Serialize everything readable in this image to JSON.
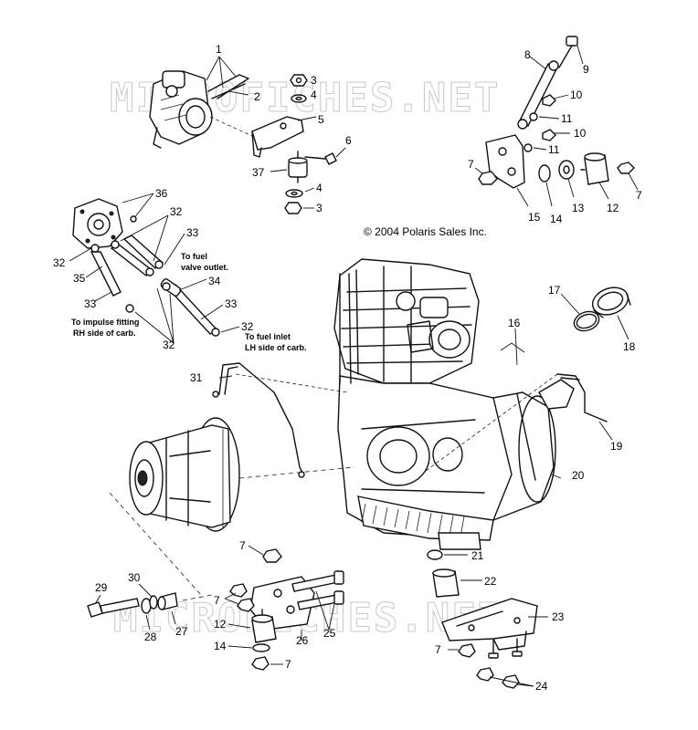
{
  "watermark": "MICROFICHES.NET",
  "copyright": "© 2004 Polaris Sales Inc.",
  "notes": {
    "fuel_valve": [
      "To fuel",
      "valve outlet."
    ],
    "impulse": [
      "To impulse fitting",
      "RH side of carb."
    ],
    "fuel_inlet": [
      "To fuel inlet",
      "LH side of carb."
    ]
  },
  "callouts": [
    {
      "id": "c1",
      "text": "1"
    },
    {
      "id": "c2",
      "text": "2"
    },
    {
      "id": "c3a",
      "text": "3"
    },
    {
      "id": "c4a",
      "text": "4"
    },
    {
      "id": "c5",
      "text": "5"
    },
    {
      "id": "c6",
      "text": "6"
    },
    {
      "id": "c37",
      "text": "37"
    },
    {
      "id": "c4b",
      "text": "4"
    },
    {
      "id": "c3b",
      "text": "3"
    },
    {
      "id": "c8",
      "text": "8"
    },
    {
      "id": "c9",
      "text": "9"
    },
    {
      "id": "c10a",
      "text": "10"
    },
    {
      "id": "c11a",
      "text": "11"
    },
    {
      "id": "c10b",
      "text": "10"
    },
    {
      "id": "c11b",
      "text": "11"
    },
    {
      "id": "c7a",
      "text": "7"
    },
    {
      "id": "c15",
      "text": "15"
    },
    {
      "id": "c14a",
      "text": "14"
    },
    {
      "id": "c13",
      "text": "13"
    },
    {
      "id": "c12a",
      "text": "12"
    },
    {
      "id": "c7b",
      "text": "7"
    },
    {
      "id": "c36",
      "text": "36"
    },
    {
      "id": "c32a",
      "text": "32"
    },
    {
      "id": "c33a",
      "text": "33"
    },
    {
      "id": "c32b",
      "text": "32"
    },
    {
      "id": "c35",
      "text": "35"
    },
    {
      "id": "c33b",
      "text": "33"
    },
    {
      "id": "c34",
      "text": "34"
    },
    {
      "id": "c33c",
      "text": "33"
    },
    {
      "id": "c32c",
      "text": "32"
    },
    {
      "id": "c32d",
      "text": "32"
    },
    {
      "id": "c17",
      "text": "17"
    },
    {
      "id": "c18",
      "text": "18"
    },
    {
      "id": "c16",
      "text": "16"
    },
    {
      "id": "c31",
      "text": "31"
    },
    {
      "id": "c19",
      "text": "19"
    },
    {
      "id": "c20",
      "text": "20"
    },
    {
      "id": "c7c",
      "text": "7"
    },
    {
      "id": "c21",
      "text": "21"
    },
    {
      "id": "c22",
      "text": "22"
    },
    {
      "id": "c29",
      "text": "29"
    },
    {
      "id": "c30",
      "text": "30"
    },
    {
      "id": "c28",
      "text": "28"
    },
    {
      "id": "c27",
      "text": "27"
    },
    {
      "id": "c7d",
      "text": "7"
    },
    {
      "id": "c12b",
      "text": "12"
    },
    {
      "id": "c26",
      "text": "26"
    },
    {
      "id": "c25",
      "text": "25"
    },
    {
      "id": "c14b",
      "text": "14"
    },
    {
      "id": "c7e",
      "text": "7"
    },
    {
      "id": "c23",
      "text": "23"
    },
    {
      "id": "c7f",
      "text": "7"
    },
    {
      "id": "c24",
      "text": "24"
    }
  ]
}
